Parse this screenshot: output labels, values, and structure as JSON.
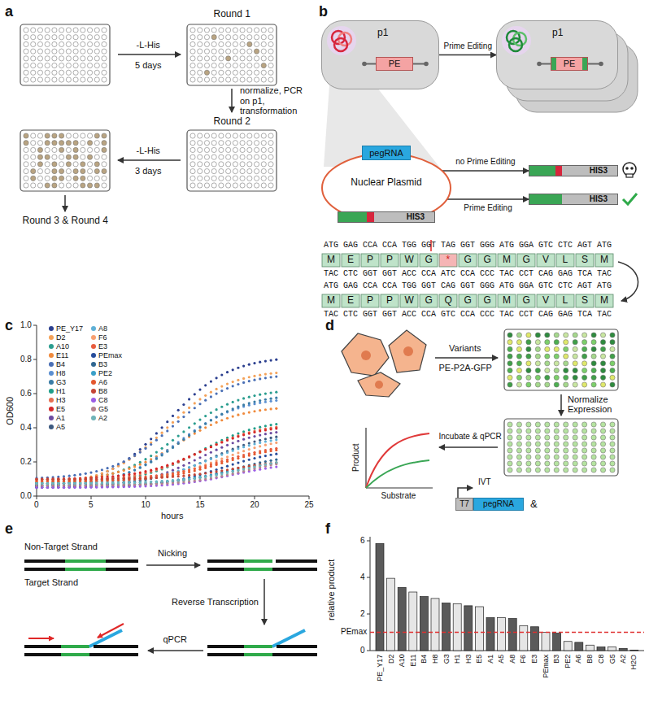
{
  "diagram": {
    "nodes": [
      {
        "text": [
          "p1"
        ]
      },
      {
        "text": [
          "PE"
        ],
        "in": 0
      },
      {
        "text": [
          "p1"
        ]
      },
      {
        "text": [
          "PE"
        ],
        "in": 2
      },
      {
        "text": [
          "Nuclear Plasmid"
        ]
      },
      {
        "text": [
          "pegRNA"
        ],
        "in": 4
      },
      {
        "text": [
          "HIS3"
        ],
        "in": 4
      },
      {
        "text": [
          "HIS3"
        ]
      },
      {
        "text": [
          "HIS3"
        ]
      },
      {
        "text": [
          "T7"
        ]
      },
      {
        "text": [
          "pegRNA"
        ]
      }
    ],
    "edges": [
      {
        "from": 0,
        "to": 2,
        "arrow": "to",
        "label": "Prime Editing"
      },
      {
        "from": 4,
        "to": 7,
        "arrow": "to",
        "label": "no Prime Editing"
      },
      {
        "from": 4,
        "to": 8,
        "arrow": "to",
        "label": "Prime Editing"
      }
    ],
    "labels": [
      "a",
      "Round 1",
      "-L-His",
      "5 days",
      "normalize, PCR on p1, transformation",
      "Round 2",
      "-L-His",
      "3 days",
      "Round 3 & Round 4",
      "b",
      "ATG GAG CCA CCA TGG GGT TAG GGT GGG ATG GGA GTC CTC AGT ATG",
      "M",
      "E",
      "P",
      "P",
      "W",
      "G",
      "*",
      "G",
      "G",
      "M",
      "G",
      "V",
      "L",
      "S",
      "M",
      "TAC CTC GGT GGT ACC CCA ATC CCA CCC TAC CCT CAG GAG TCA TAC",
      "ATG GAG CCA CCA TGG GGT CAG GGT GGG ATG GGA GTC CTC AGT ATG",
      "M",
      "E",
      "P",
      "P",
      "W",
      "G",
      "Q",
      "G",
      "G",
      "M",
      "G",
      "V",
      "L",
      "S",
      "M",
      "TAC CTC GGT GGT ACC CCA GTC CCA CCC TAC CCT CAG GAG TCA TAC",
      "c",
      "OD600",
      "hours",
      "0.0",
      "0.2",
      "0.4",
      "0.6",
      "0.8",
      "1.0",
      "0",
      "5",
      "10",
      "15",
      "20",
      "25",
      "d",
      "Variants",
      "PE-P2A-GFP",
      "Normalize Expression",
      "&",
      "IVT",
      "Incubate & qPCR",
      "Product",
      "Substrate",
      "e",
      "Non-Target Strand",
      "Target Strand",
      "Nicking",
      "Reverse Transcription",
      "qPCR",
      "f",
      "relative product",
      "PEmax",
      "0",
      "2",
      "4",
      "6",
      "PE_Y17",
      "D2",
      "A10",
      "E11",
      "B4",
      "H8",
      "G3",
      "H1",
      "H3",
      "E5",
      "A1",
      "A5",
      "A8",
      "F6",
      "E3",
      "PEmax",
      "B3",
      "PE2",
      "A6",
      "B8",
      "C8",
      "G5",
      "A2",
      "H2O"
    ],
    "legend": [
      {
        "text": "PE_Y17",
        "color": "#2b3f8f"
      },
      {
        "text": "D2",
        "color": "#f4a259"
      },
      {
        "text": "A10",
        "color": "#2a9d8f"
      },
      {
        "text": "E11",
        "color": "#f08a3c"
      },
      {
        "text": "B4",
        "color": "#4a6fb5"
      },
      {
        "text": "H8",
        "color": "#5b8fd1"
      },
      {
        "text": "G3",
        "color": "#3a7ca5"
      },
      {
        "text": "H1",
        "color": "#1f9e89"
      },
      {
        "text": "H3",
        "color": "#e76f51"
      },
      {
        "text": "E5",
        "color": "#d62828"
      },
      {
        "text": "A1",
        "color": "#6c4ba0"
      },
      {
        "text": "A5",
        "color": "#3d5a80"
      },
      {
        "text": "A8",
        "color": "#5fb0d6"
      },
      {
        "text": "F6",
        "color": "#f7a072"
      },
      {
        "text": "E3",
        "color": "#e85d3f"
      },
      {
        "text": "PEmax",
        "color": "#264c9b"
      },
      {
        "text": "B3",
        "color": "#2f6690"
      },
      {
        "text": "PE2",
        "color": "#3aa0c8"
      },
      {
        "text": "A6",
        "color": "#e4572e"
      },
      {
        "text": "B8",
        "color": "#c44536"
      },
      {
        "text": "C8",
        "color": "#9b5de5"
      },
      {
        "text": "G5",
        "color": "#b5838d"
      },
      {
        "text": "A2",
        "color": "#6fb3b8"
      }
    ]
  }
}
